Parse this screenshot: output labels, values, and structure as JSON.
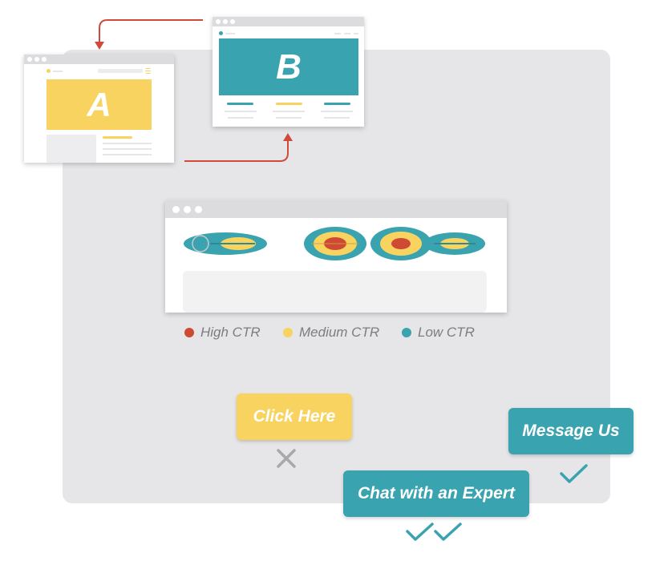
{
  "variants": {
    "a": {
      "label": "A"
    },
    "b": {
      "label": "B"
    }
  },
  "legend": [
    {
      "label": "High CTR",
      "color": "#cf4a35"
    },
    {
      "label": "Medium CTR",
      "color": "#f8d35f"
    },
    {
      "label": "Low CTR",
      "color": "#3aa3b0"
    }
  ],
  "buttons": {
    "click_here": "Click Here",
    "message_us": "Message Us",
    "chat_expert": "Chat with an Expert"
  },
  "colors": {
    "teal": "#3aa3b0",
    "yellow": "#f8d35f",
    "red": "#cf4a35",
    "arrow": "#d04a3c",
    "gray_mark": "#a8a8aa"
  },
  "icons": {
    "reject": "x-mark-icon",
    "accept": "checkmark-icon"
  }
}
